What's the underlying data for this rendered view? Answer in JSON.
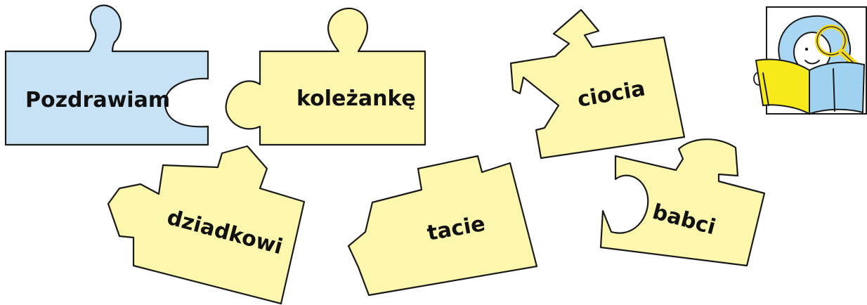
{
  "colors": {
    "highlight_piece": "#c7e2f4",
    "word_piece": "#fdf6ad",
    "outline": "#1a1a1a",
    "icon_hair": "#a9d6f3",
    "icon_book_left": "#f7ea1a",
    "icon_book_right": "#9fd2f0",
    "icon_magnifier": "#f3d81b"
  },
  "pieces": [
    {
      "id": "pozdrawiam",
      "label": "Pozdrawiam",
      "style": "highlight",
      "icon": "puzzle-piece"
    },
    {
      "id": "kolezanke",
      "label": "koleżankę",
      "style": "word",
      "icon": "puzzle-piece"
    },
    {
      "id": "ciocia",
      "label": "ciocia",
      "style": "word",
      "icon": "puzzle-piece"
    },
    {
      "id": "dziadkowi",
      "label": "dziadkowi",
      "style": "word",
      "icon": "puzzle-piece"
    },
    {
      "id": "tacie",
      "label": "tacie",
      "style": "word",
      "icon": "puzzle-piece"
    },
    {
      "id": "babci",
      "label": "babci",
      "style": "word",
      "icon": "puzzle-piece"
    }
  ],
  "corner_icon": {
    "name": "reading-child-with-magnifier-icon"
  }
}
